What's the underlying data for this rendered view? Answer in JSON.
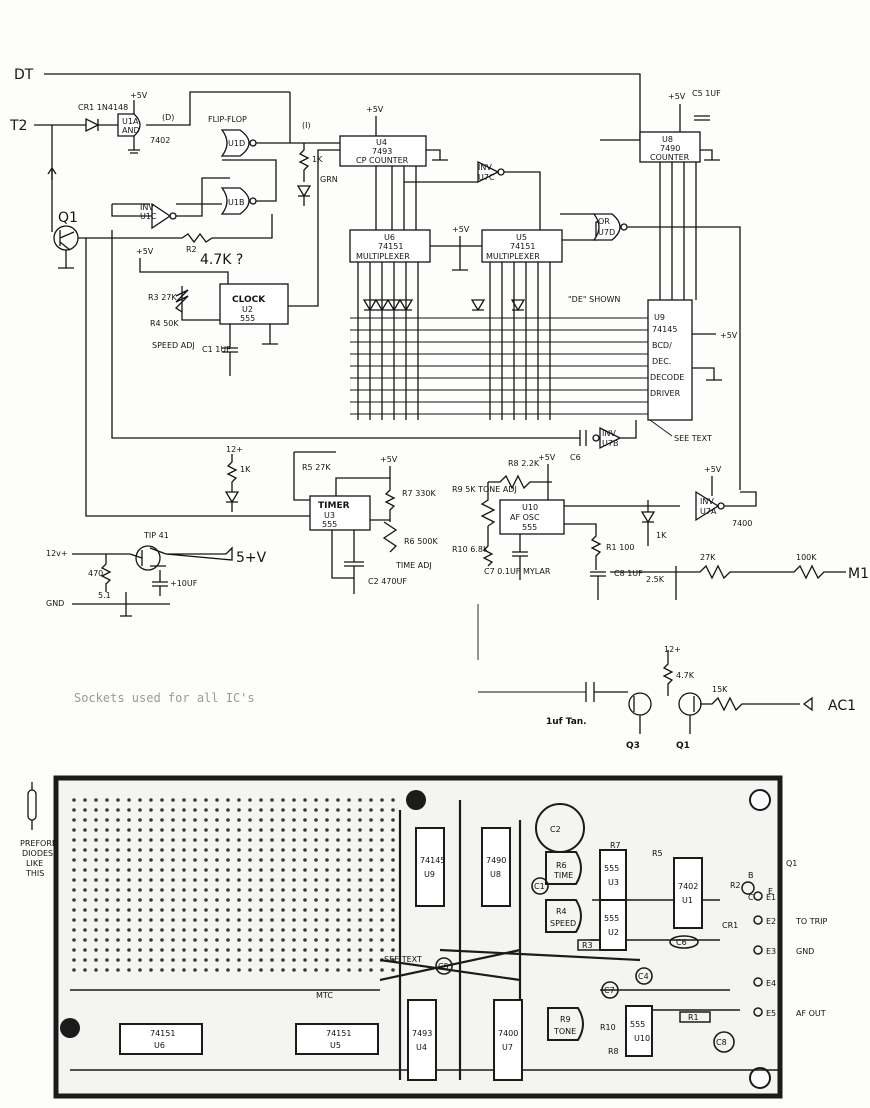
{
  "signals": {
    "dt": "DT",
    "t2": "T2",
    "ac1": "AC1",
    "m1": "M1",
    "gnd": "GND",
    "v12": "12v+",
    "v5": "5+V",
    "plus5": "+5V",
    "plus12": "12+"
  },
  "chips": {
    "u1a": [
      "U1A",
      "AND"
    ],
    "u1d": [
      "U1D",
      "FLIP-FLOP"
    ],
    "u1c": [
      "U1C",
      "INV"
    ],
    "u1b": [
      "U1B"
    ],
    "u2": [
      "CLOCK",
      "U2",
      "555"
    ],
    "u4": [
      "U4",
      "7493",
      "CP COUNTER"
    ],
    "u7c": [
      "INV",
      "U7C"
    ],
    "u8": [
      "U8",
      "7490",
      "COUNTER"
    ],
    "u6": [
      "U6",
      "74151",
      "MULTIPLEXER"
    ],
    "u5": [
      "U5",
      "74151",
      "MULTIPLEXER"
    ],
    "u7d": [
      "OR",
      "U7D"
    ],
    "u9": [
      "U9",
      "74145",
      "BCD/",
      "DEC.",
      "DECODE",
      "DRIVER"
    ],
    "u7b": [
      "INV",
      "U7B"
    ],
    "u3": [
      "TIMER",
      "U3",
      "555"
    ],
    "u10": [
      "U10",
      "AF OSC",
      "555"
    ],
    "u7a": [
      "INV",
      "U7A"
    ]
  },
  "parts": {
    "cr1": "CR1 1N4148",
    "part7402": "7402",
    "d_label": "(D)",
    "i_label": "(I)",
    "grn": "GRN",
    "q1": "Q1",
    "r2": "R2",
    "r2v": "4.7K ?",
    "r3": "R3 27K",
    "r4": "R4 50K",
    "speed": "SPEED ADJ",
    "c1": "C1 1UF",
    "c5": "C5 1UF",
    "c6": "C6",
    "r1k_a": "1K",
    "r1k_b": "1K",
    "r1k_c": "1K",
    "r5": "R5 27K",
    "r7": "R7 330K",
    "r6": "R6 500K",
    "timeadj": "TIME ADJ",
    "c2": "C2 470UF",
    "r8": "R8 2.2K",
    "r9": "R9 5K TONE ADJ",
    "r10": "R10 6.8K",
    "c7": "C7 0.1UF MYLAR",
    "r1": "R1 100",
    "c8": "C8 1UF",
    "pot25": "2.5K",
    "r27k": "27K",
    "r100k": "100K",
    "part7400": "7400",
    "tip41": "TIP 41",
    "r470": "470",
    "z51": "5.1",
    "c10uf": "+10UF",
    "de_shown": "\"DE\" SHOWN",
    "see_text": "SEE TEXT",
    "r47": "4.7K",
    "r15k": "15K",
    "cap_tan": "1uf Tan.",
    "q3": "Q3",
    "q1b": "Q1",
    "sockets": "Sockets used for all IC's"
  },
  "pcb": {
    "side_note": [
      "PREFORM",
      "DIODES",
      "LIKE",
      "THIS"
    ],
    "chip_labels": [
      "U9",
      "U8",
      "U6",
      "U5",
      "U4",
      "U7",
      "U3",
      "U2",
      "U10",
      "U1"
    ],
    "chip_types": [
      "74145",
      "7490",
      "74151",
      "74151",
      "7493",
      "7400",
      "555",
      "555",
      "555",
      "7402"
    ],
    "parts": [
      "C2",
      "R6",
      "TIME",
      "R4",
      "SPEED",
      "R3",
      "R7",
      "R5",
      "R2",
      "CR1",
      "C6",
      "C5",
      "C1",
      "C4",
      "C7",
      "R9",
      "TONE",
      "R10",
      "R8",
      "R1",
      "C8",
      "Q1",
      "SEE TEXT",
      "MTC"
    ],
    "terminals": [
      "E1",
      "E2",
      "E3",
      "E4",
      "E5"
    ],
    "terminal_names": [
      "TO TRIP",
      "GND",
      "AF OUT"
    ],
    "transistor_pins": [
      "B",
      "C",
      "E"
    ]
  }
}
